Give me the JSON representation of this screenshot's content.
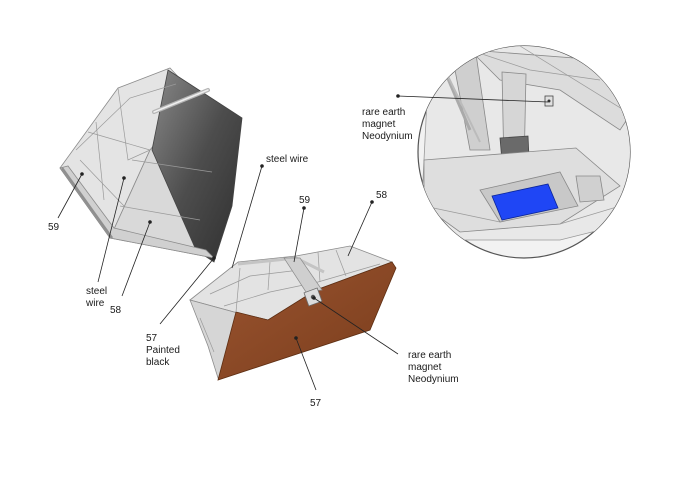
{
  "labels": {
    "left_59": "59",
    "left_steel_wire_line1": "steel",
    "left_steel_wire_line2": "wire",
    "left_58": "58",
    "painted_57": "57",
    "painted_line1": "Painted",
    "painted_line2": "black",
    "steel_wire_top": "steel wire",
    "right_59": "59",
    "right_58": "58",
    "magnet_line1": "rare earth",
    "magnet_line2": "magnet",
    "magnet_line3": "Neodynium",
    "bottom_57": "57",
    "inset_magnet_line1": "rare earth",
    "inset_magnet_line2": "magnet",
    "inset_magnet_line3": "Neodynium"
  },
  "colors": {
    "panel_light": "#e6e6e6",
    "panel_dark": "#5a5a5a",
    "wood_brown": "#8b4a24",
    "magnet_blue": "#1f46f5",
    "outline": "#8c8c8c"
  }
}
